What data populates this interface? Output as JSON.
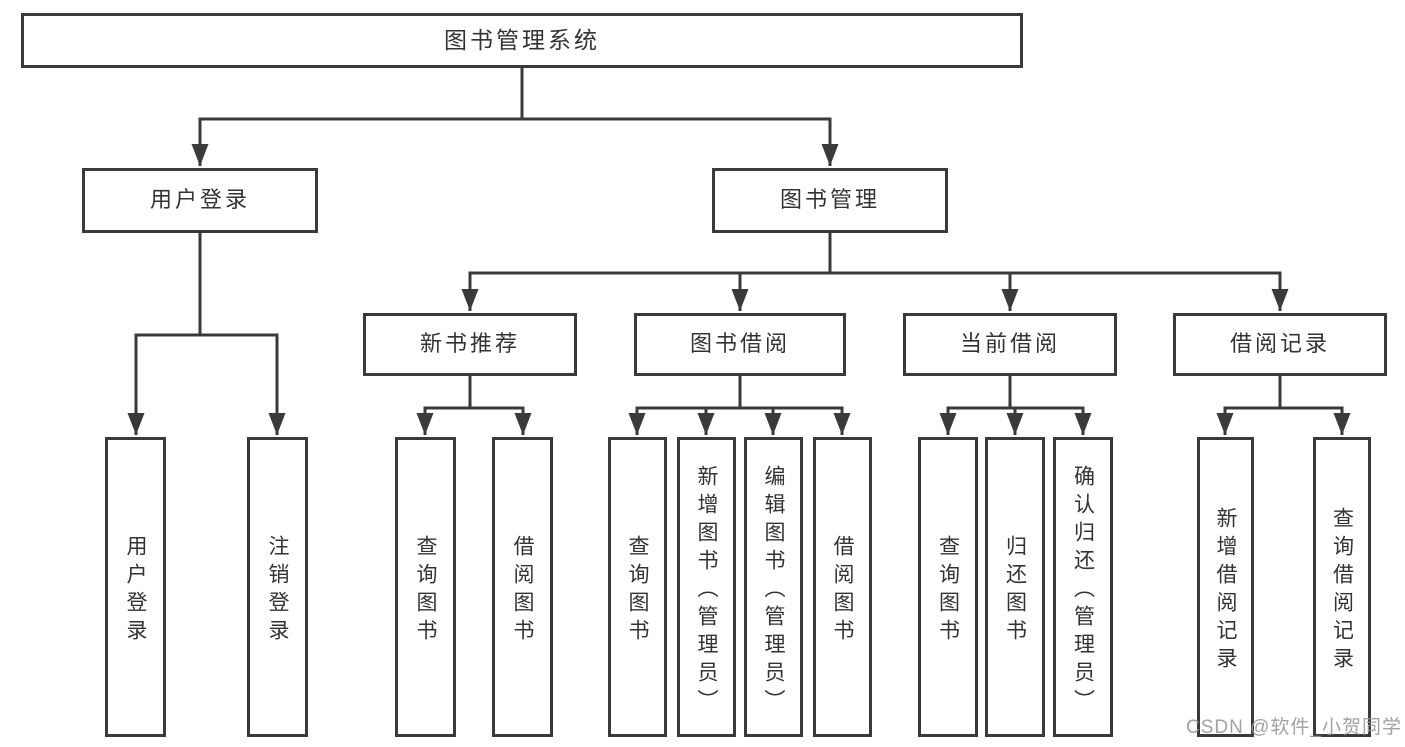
{
  "diagram": {
    "root": {
      "label": "图书管理系统"
    },
    "branches": [
      {
        "label": "用户登录",
        "children": [
          {
            "label": "用户登录"
          },
          {
            "label": "注销登录"
          }
        ]
      },
      {
        "label": "图书管理",
        "children": [
          {
            "label": "新书推荐",
            "children": [
              {
                "label": "查询图书"
              },
              {
                "label": "借阅图书"
              }
            ]
          },
          {
            "label": "图书借阅",
            "children": [
              {
                "label": "查询图书"
              },
              {
                "label": "新增图书（管理员）"
              },
              {
                "label": "编辑图书（管理员）"
              },
              {
                "label": "借阅图书"
              }
            ]
          },
          {
            "label": "当前借阅",
            "children": [
              {
                "label": "查询图书"
              },
              {
                "label": "归还图书"
              },
              {
                "label": "确认归还（管理员）"
              }
            ]
          },
          {
            "label": "借阅记录",
            "children": [
              {
                "label": "新增借阅记录"
              },
              {
                "label": "查询借阅记录"
              }
            ]
          }
        ]
      }
    ]
  },
  "watermark": {
    "text": "CSDN @软件_小贺同学"
  },
  "colors": {
    "line": "#3a3a3a",
    "box_border": "#3a3a3a",
    "text": "#333333",
    "background": "#ffffff",
    "watermark": "#989898"
  }
}
